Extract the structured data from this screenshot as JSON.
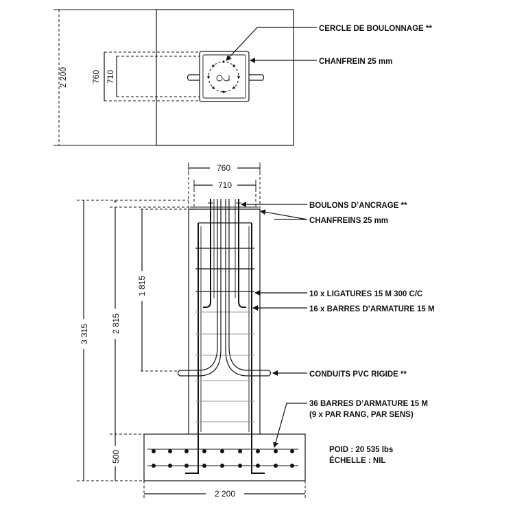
{
  "plan_view": {
    "dim_width": "2 200",
    "dim_outer": "760",
    "dim_inner": "710",
    "label_bolt_circle": "CERCLE DE BOULONNAGE **",
    "label_chamfer": "CHANFREIN 25 mm"
  },
  "elevation_view": {
    "dim_top_outer": "760",
    "dim_top_inner": "710",
    "dim_total": "3 315",
    "dim_pier": "2 815",
    "dim_upper": "1 815",
    "dim_footing": "500",
    "dim_bottom": "2 200",
    "asterisk": "*",
    "label_anchor_bolts": "BOULONS D’ANCRAGE **",
    "label_chamfers": "CHANFREINS 25 mm",
    "label_ties": "10 x LIGATURES 15 M 300 C/C",
    "label_bars_16": "16 x BARRES D’ARMATURE 15 M",
    "label_conduits": "CONDUITS PVC RIGIDE **",
    "label_bars_36_line1": "36 BARRES D’ARMATURE 15 M",
    "label_bars_36_line2": "(9 x PAR RANG, PAR SENS)",
    "weight": "POID : 20 535 lbs",
    "scale": "ÉCHELLE : NIL"
  }
}
